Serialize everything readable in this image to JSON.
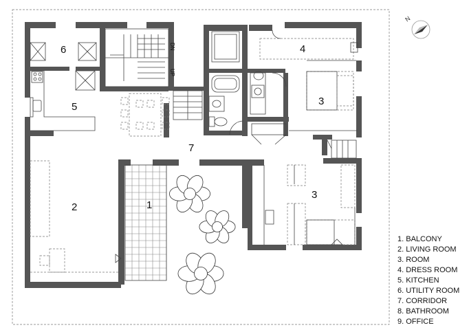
{
  "rooms": [
    {
      "id": "balcony",
      "number": "1"
    },
    {
      "id": "living-room",
      "number": "2"
    },
    {
      "id": "room-top-right",
      "number": "3"
    },
    {
      "id": "room-bottom-right",
      "number": "3"
    },
    {
      "id": "dress-room",
      "number": "4"
    },
    {
      "id": "kitchen",
      "number": "5"
    },
    {
      "id": "utility-room",
      "number": "6"
    },
    {
      "id": "corridor",
      "number": "7"
    }
  ],
  "stair_marks": {
    "up": "UP",
    "dn": "DN"
  },
  "north_label": "N",
  "legend": [
    {
      "text": "1.  BALCONY"
    },
    {
      "text": "2.  LIVING ROOM"
    },
    {
      "text": "3.  ROOM"
    },
    {
      "text": "4.  DRESS ROOM"
    },
    {
      "text": "5.  KITCHEN"
    },
    {
      "text": "6.  UTILITY ROOM"
    },
    {
      "text": "7.  CORRIDOR"
    },
    {
      "text": "8.  BATHROOM"
    },
    {
      "text": "9.  OFFICE"
    }
  ],
  "colors": {
    "wall": "#555555",
    "line": "#444444",
    "dashed": "#777777"
  }
}
